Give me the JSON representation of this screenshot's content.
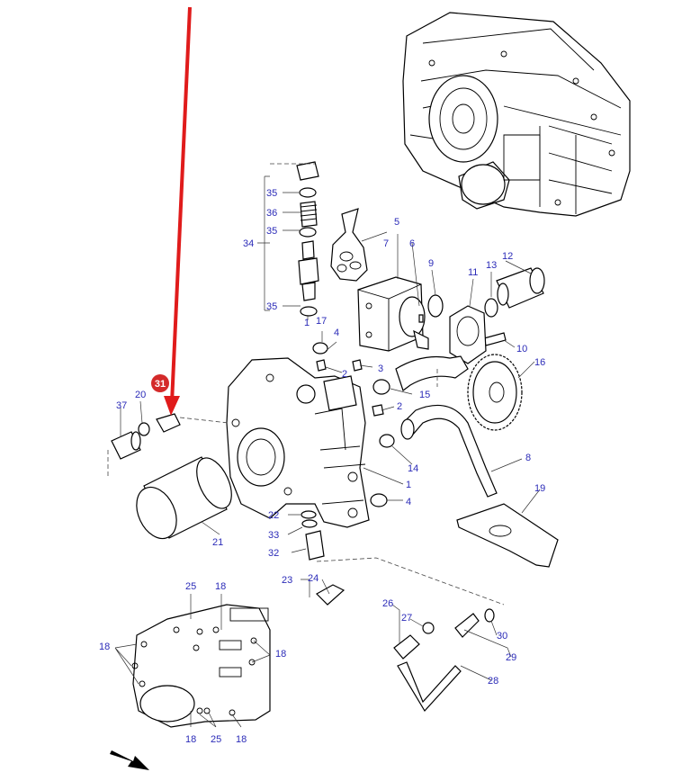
{
  "callouts": [
    {
      "key": "35a",
      "text": "35"
    },
    {
      "key": "36",
      "text": "36"
    },
    {
      "key": "35b",
      "text": "35"
    },
    {
      "key": "34",
      "text": "34"
    },
    {
      "key": "35c",
      "text": "35"
    },
    {
      "key": "1a",
      "text": "1"
    },
    {
      "key": "17",
      "text": "17"
    },
    {
      "key": "4a",
      "text": "4"
    },
    {
      "key": "2a",
      "text": "2"
    },
    {
      "key": "3",
      "text": "3"
    },
    {
      "key": "5",
      "text": "5"
    },
    {
      "key": "7",
      "text": "7"
    },
    {
      "key": "6",
      "text": "6"
    },
    {
      "key": "9",
      "text": "9"
    },
    {
      "key": "11",
      "text": "11"
    },
    {
      "key": "13",
      "text": "13"
    },
    {
      "key": "12",
      "text": "12"
    },
    {
      "key": "10",
      "text": "10"
    },
    {
      "key": "16",
      "text": "16"
    },
    {
      "key": "15",
      "text": "15"
    },
    {
      "key": "2b",
      "text": "2"
    },
    {
      "key": "14",
      "text": "14"
    },
    {
      "key": "8",
      "text": "8"
    },
    {
      "key": "1b",
      "text": "1"
    },
    {
      "key": "4b",
      "text": "4"
    },
    {
      "key": "19",
      "text": "19"
    },
    {
      "key": "37",
      "text": "37"
    },
    {
      "key": "20",
      "text": "20"
    },
    {
      "key": "21",
      "text": "21"
    },
    {
      "key": "22",
      "text": "22"
    },
    {
      "key": "33",
      "text": "33"
    },
    {
      "key": "32",
      "text": "32"
    },
    {
      "key": "23",
      "text": "23"
    },
    {
      "key": "24",
      "text": "24"
    },
    {
      "key": "26",
      "text": "26"
    },
    {
      "key": "27",
      "text": "27"
    },
    {
      "key": "30",
      "text": "30"
    },
    {
      "key": "29",
      "text": "29"
    },
    {
      "key": "28",
      "text": "28"
    },
    {
      "key": "25a",
      "text": "25"
    },
    {
      "key": "18a",
      "text": "18"
    },
    {
      "key": "18b",
      "text": "18"
    },
    {
      "key": "18c",
      "text": "18"
    },
    {
      "key": "18d",
      "text": "18"
    },
    {
      "key": "25b",
      "text": "25"
    },
    {
      "key": "18e",
      "text": "18"
    }
  ],
  "highlight": {
    "label": "31",
    "badge_color": "#d42a2a",
    "arrow_color": "#e01b1b"
  },
  "colors": {
    "label": "#2b2bb8",
    "line": "#000000",
    "background": "#ffffff"
  },
  "icons": {
    "direction_arrow": "arrow-down-right-icon"
  }
}
